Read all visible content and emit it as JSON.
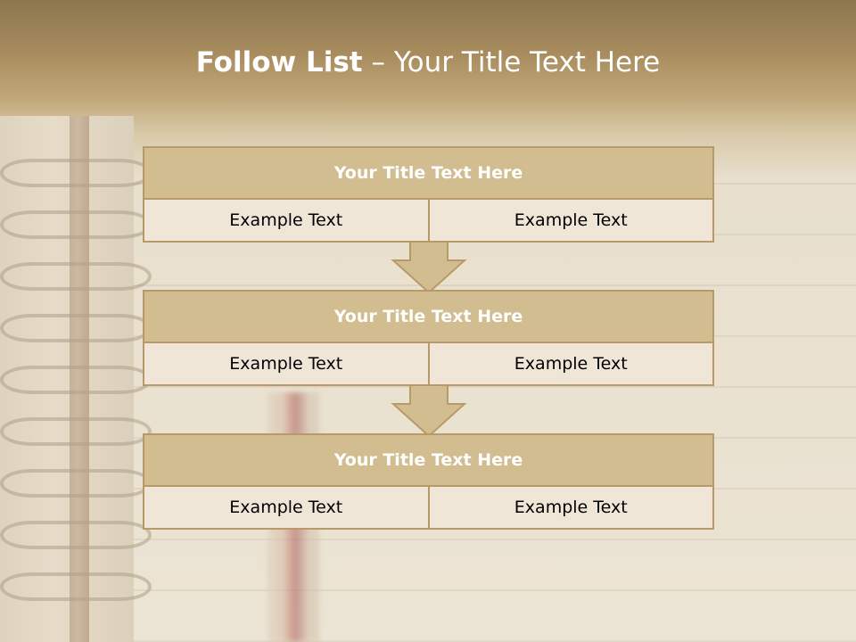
{
  "slide": {
    "title_bold": "Follow List",
    "title_rest": " – Your Title Text Here"
  },
  "steps": [
    {
      "title": "Your Title Text Here",
      "left": "Example Text",
      "right": "Example Text"
    },
    {
      "title": "Your Title Text Here",
      "left": "Example Text",
      "right": "Example Text"
    },
    {
      "title": "Your Title Text Here",
      "left": "Example Text",
      "right": "Example Text"
    }
  ],
  "colors": {
    "header_fill": "#d2bd90",
    "border": "#b89a6a",
    "cell_fill": "#efe6d8",
    "arrow_fill": "#d2bd90"
  }
}
